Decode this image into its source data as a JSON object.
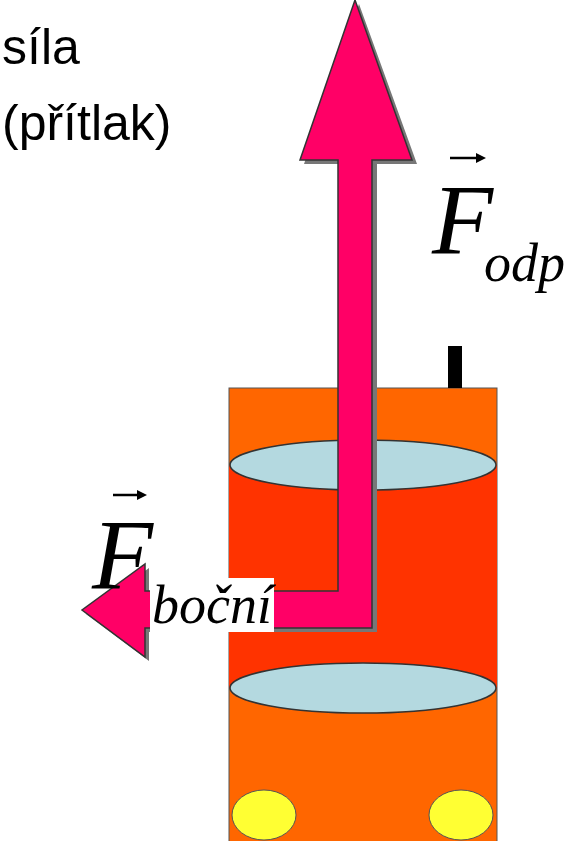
{
  "diagram": {
    "labels": [
      "síla",
      "(přítlak)",
      "F",
      "odp",
      "F",
      "boční"
    ]
  }
}
